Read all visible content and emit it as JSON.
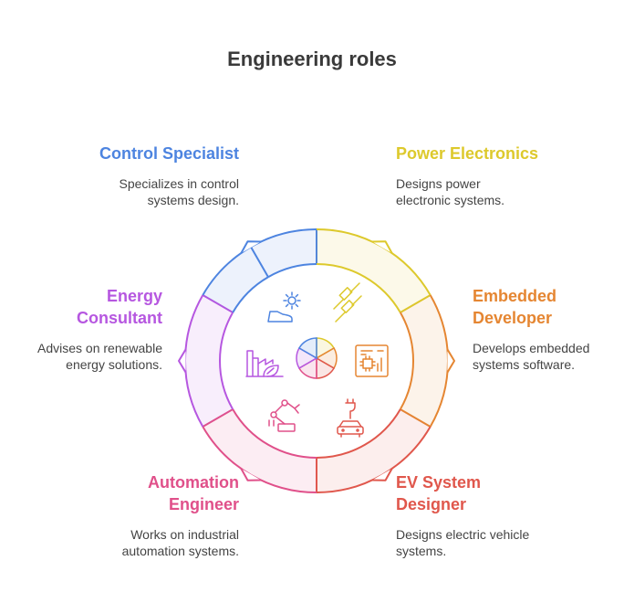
{
  "title": "Engineering roles",
  "colors": {
    "control": "#4d84e0",
    "power": "#ddc92c",
    "embedded": "#e58632",
    "ev": "#e0574c",
    "automation": "#e0508a",
    "energy": "#b657e0"
  },
  "roles": [
    {
      "name": "Control Specialist",
      "description": "Specializes in control systems design.",
      "icon": "gear-shoe-icon"
    },
    {
      "name": "Power Electronics",
      "description": "Designs power electronic systems.",
      "icon": "electronic-components-icon"
    },
    {
      "name": "Embedded Developer",
      "description": "Develops embedded systems software.",
      "icon": "circuit-board-icon"
    },
    {
      "name": "EV System Designer",
      "description": "Designs electric vehicle systems.",
      "icon": "electric-car-icon"
    },
    {
      "name": "Automation Engineer",
      "description": "Works on industrial automation systems.",
      "icon": "robotic-arm-icon"
    },
    {
      "name": "Energy Consultant",
      "description": "Advises on renewable energy solutions.",
      "icon": "green-factory-icon"
    }
  ]
}
